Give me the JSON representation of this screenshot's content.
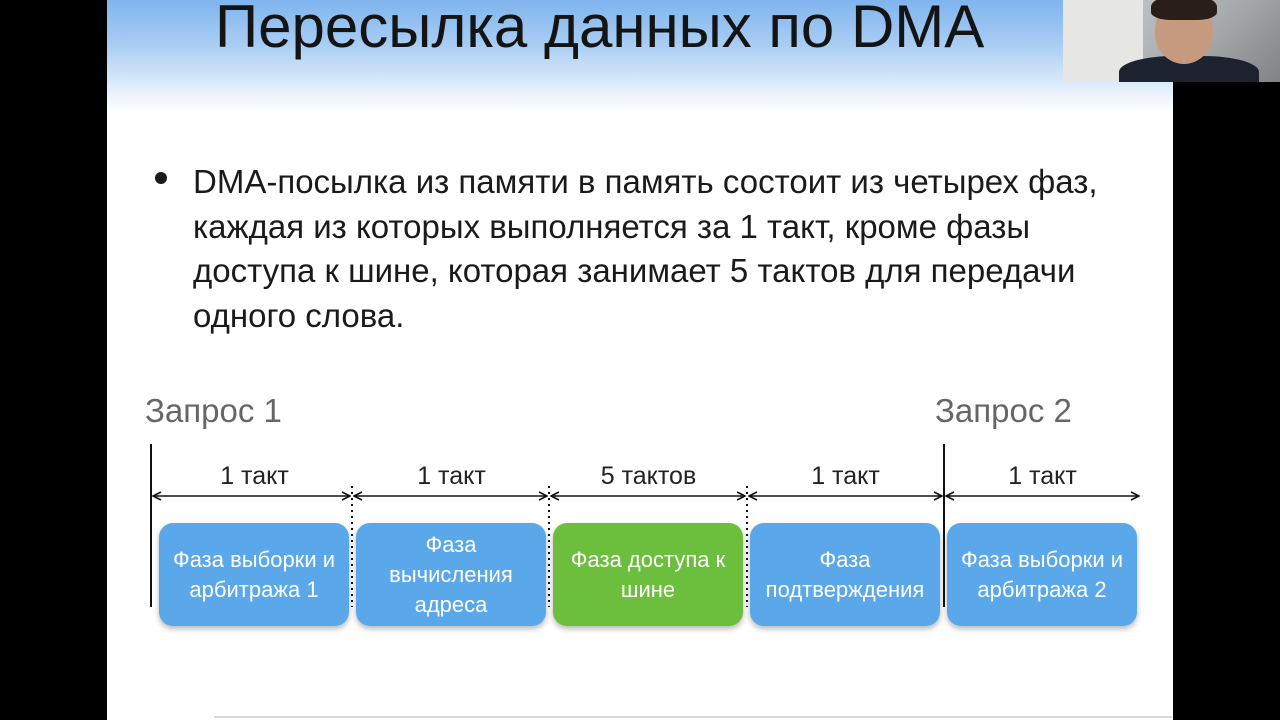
{
  "slide": {
    "title": "Пересылка данных по DMA",
    "bullet": "DMA-посылка из памяти в память состоит из четырех фаз, каждая из которых выполняется за 1 такт, кроме фазы доступа к шине, которая занимает 5 тактов для передачи одного слова."
  },
  "diagram": {
    "request_1": "Запрос 1",
    "request_2": "Запрос 2",
    "segments": [
      {
        "duration": "1 такт",
        "phase": "Фаза выборки и арбитража 1",
        "color": "#5aa7ea"
      },
      {
        "duration": "1 такт",
        "phase": "Фаза вычисления адреса",
        "color": "#5aa7ea"
      },
      {
        "duration": "5 тактов",
        "phase": "Фаза доступа к шине",
        "color": "#6cbf3c"
      },
      {
        "duration": "1 такт",
        "phase": "Фаза подтверждения",
        "color": "#5aa7ea"
      },
      {
        "duration": "1 такт",
        "phase": "Фаза выборки и арбитража 2",
        "color": "#5aa7ea"
      }
    ]
  },
  "colors": {
    "title_gradient_top": "#7fb4ee",
    "phase_blue": "#5aa7ea",
    "phase_green": "#6cbf3c"
  }
}
